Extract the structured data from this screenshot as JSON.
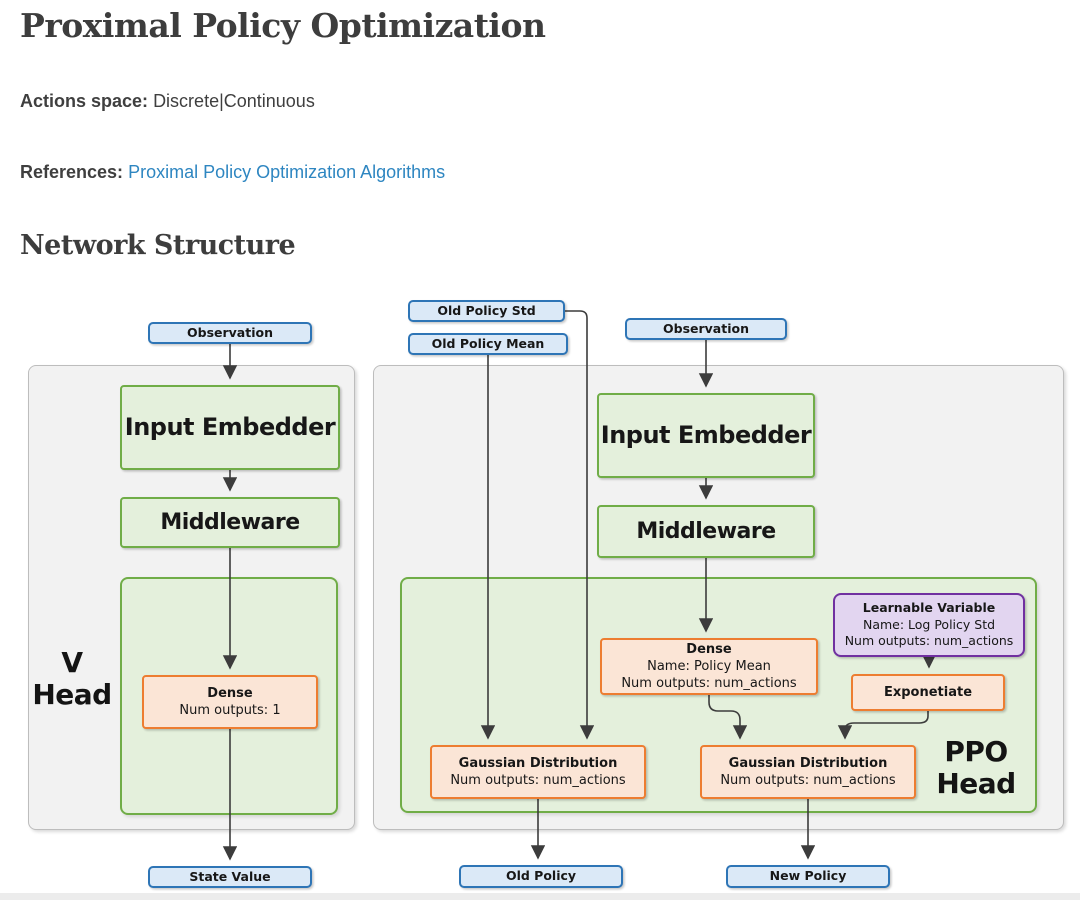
{
  "page": {
    "title": "Proximal Policy Optimization",
    "actions_space_label": "Actions space:",
    "actions_space_value": "Discrete|Continuous",
    "references_label": "References:",
    "reference_link": "Proximal Policy Optimization Algorithms",
    "section_heading": "Network Structure"
  },
  "colors": {
    "heading_text": "#3d3d3d",
    "body_text": "#3f3f3f",
    "link_blue": "#2e86c1",
    "blue_fill": "#dbe9f7",
    "blue_border": "#2e75b6",
    "green_fill": "#e4f0dc",
    "green_border": "#70ad47",
    "orange_fill": "#fbe5d6",
    "orange_border": "#ed7d31",
    "purple_fill": "#e2d5f0",
    "purple_border": "#7030a0",
    "panel_gray_fill": "#f2f2f2",
    "panel_gray_border": "#bdbdbd",
    "arrow_color": "#3c3c3c"
  },
  "diagram": {
    "inputs": {
      "observation_left": "Observation",
      "old_policy_std": "Old Policy Std",
      "old_policy_mean": "Old Policy Mean",
      "observation_right": "Observation"
    },
    "v_head": {
      "label_line1": "V",
      "label_line2": "Head",
      "input_embedder": "Input Embedder",
      "middleware": "Middleware",
      "dense": {
        "title": "Dense",
        "num_outputs": "Num outputs: 1"
      }
    },
    "ppo_head": {
      "label_line1": "PPO",
      "label_line2": "Head",
      "input_embedder": "Input Embedder",
      "middleware": "Middleware",
      "dense": {
        "title": "Dense",
        "name": "Name: Policy Mean",
        "num_outputs": "Num outputs: num_actions"
      },
      "learnable_variable": {
        "title": "Learnable Variable",
        "name": "Name: Log Policy Std",
        "num_outputs": "Num outputs: num_actions"
      },
      "exponetiate": "Exponetiate",
      "gaussian_left": {
        "title": "Gaussian Distribution",
        "num_outputs": "Num outputs: num_actions"
      },
      "gaussian_right": {
        "title": "Gaussian Distribution",
        "num_outputs": "Num outputs: num_actions"
      }
    },
    "outputs": {
      "state_value": "State Value",
      "old_policy": "Old Policy",
      "new_policy": "New Policy"
    }
  }
}
